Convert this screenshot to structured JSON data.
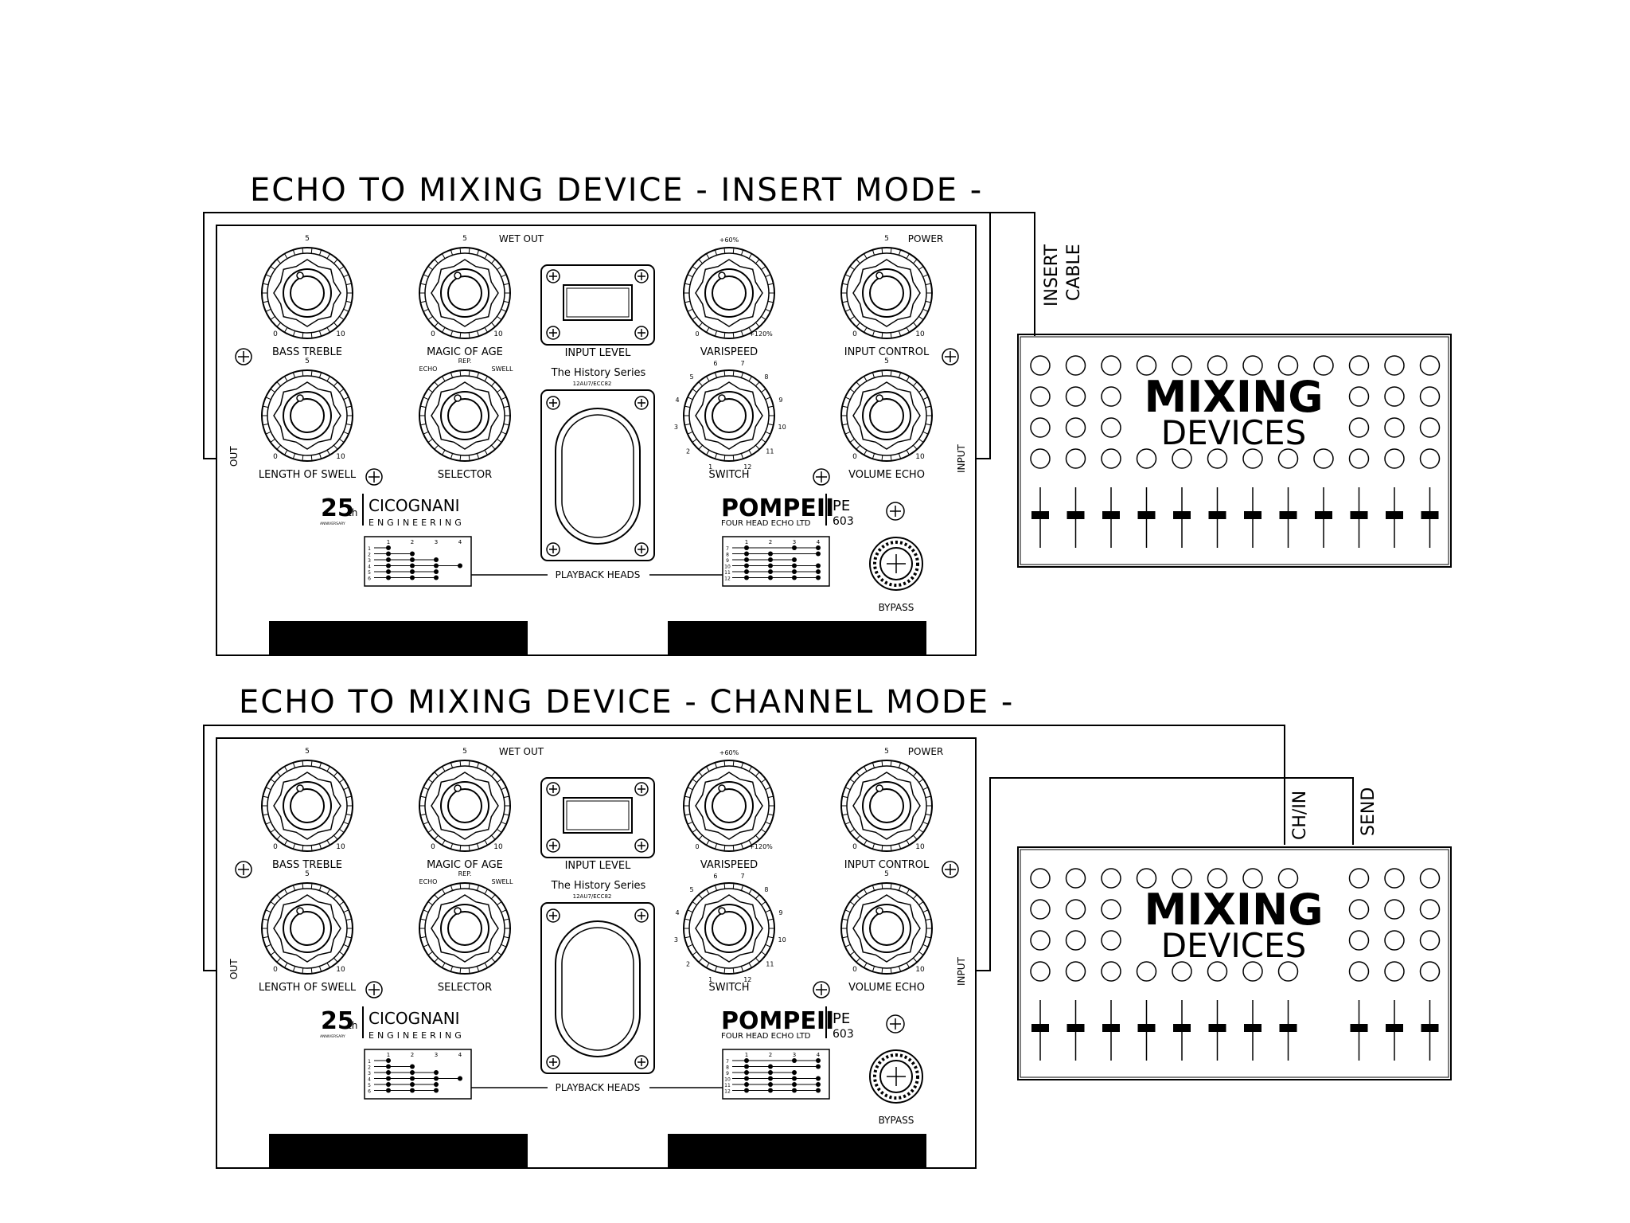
{
  "diagrams": [
    {
      "id": "insert",
      "title": "ECHO TO MIXING DEVICE - INSERT MODE -",
      "cable_label_line1": "INSERT",
      "cable_label_line2": "CABLE"
    },
    {
      "id": "channel",
      "title": "ECHO TO MIXING DEVICE - CHANNEL MODE -",
      "cable_label_a": "CH/IN",
      "cable_label_b": "SEND"
    }
  ],
  "echo_unit": {
    "wet_out": "WET OUT",
    "power": "POWER",
    "out": "OUT",
    "input": "INPUT",
    "knobs": {
      "bass_treble": "BASS TREBLE",
      "magic_of_age": "MAGIC OF AGE",
      "varispeed": "VARISPEED",
      "input_control": "INPUT CONTROL",
      "length_of_swell": "LENGTH OF SWELL",
      "selector": "SELECTOR",
      "switch": "SWITCH",
      "volume_echo": "VOLUME ECHO"
    },
    "scale": {
      "min": "0",
      "mid": "5",
      "max": "10"
    },
    "varispeed_scale": {
      "min": "0",
      "top": "+60%",
      "max": "+120%"
    },
    "selector_scale": {
      "left": "ECHO",
      "top": "REP.",
      "right": "SWELL"
    },
    "switch_scale": [
      "1",
      "2",
      "3",
      "4",
      "5",
      "6",
      "7",
      "8",
      "9",
      "10",
      "11",
      "12"
    ],
    "input_level": "INPUT LEVEL",
    "history_series": "The History Series",
    "tube": "12AU7/ECC82",
    "brand_left_number": "25",
    "brand_left_suffix": "th",
    "brand_left_small": "ANNIVERSARY",
    "brand_left_name": "CICOGNANI",
    "brand_left_sub": "ENGINEERING",
    "brand_right_name": "POMPEII",
    "brand_right_sub": "FOUR HEAD ECHO LTD",
    "model_a": "PE",
    "model_b": "603",
    "playback_heads": "PLAYBACK HEADS",
    "bypass": "BYPASS",
    "heads_numbers": [
      "1",
      "2",
      "3",
      "4"
    ],
    "heads_rows_left": [
      "1",
      "2",
      "3",
      "4",
      "5",
      "6"
    ],
    "heads_rows_right": [
      "7",
      "8",
      "9",
      "10",
      "11",
      "12"
    ]
  },
  "mixer": {
    "line1": "MIXING",
    "line2": "DEVICES"
  }
}
